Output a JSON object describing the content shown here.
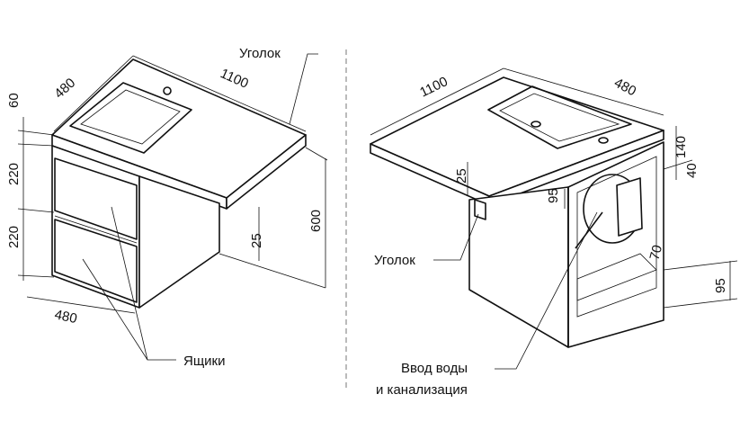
{
  "left_view": {
    "label_corner": "Уголок",
    "label_drawers": "Ящики",
    "dim_width": "1100",
    "dim_depth_top": "480",
    "dim_depth_bottom": "480",
    "dim_top_thickness": "60",
    "dim_drawer_upper": "220",
    "dim_drawer_lower": "220",
    "dim_height": "600",
    "dim_corner": "25"
  },
  "right_view": {
    "label_corner": "Уголок",
    "label_inlet_line1": "Ввод воды",
    "label_inlet_line2": "и канализация",
    "dim_width": "1100",
    "dim_depth": "480",
    "dim_140": "140",
    "dim_40": "40",
    "dim_25": "25",
    "dim_95_inner": "95",
    "dim_70": "70",
    "dim_95_bottom": "95"
  }
}
